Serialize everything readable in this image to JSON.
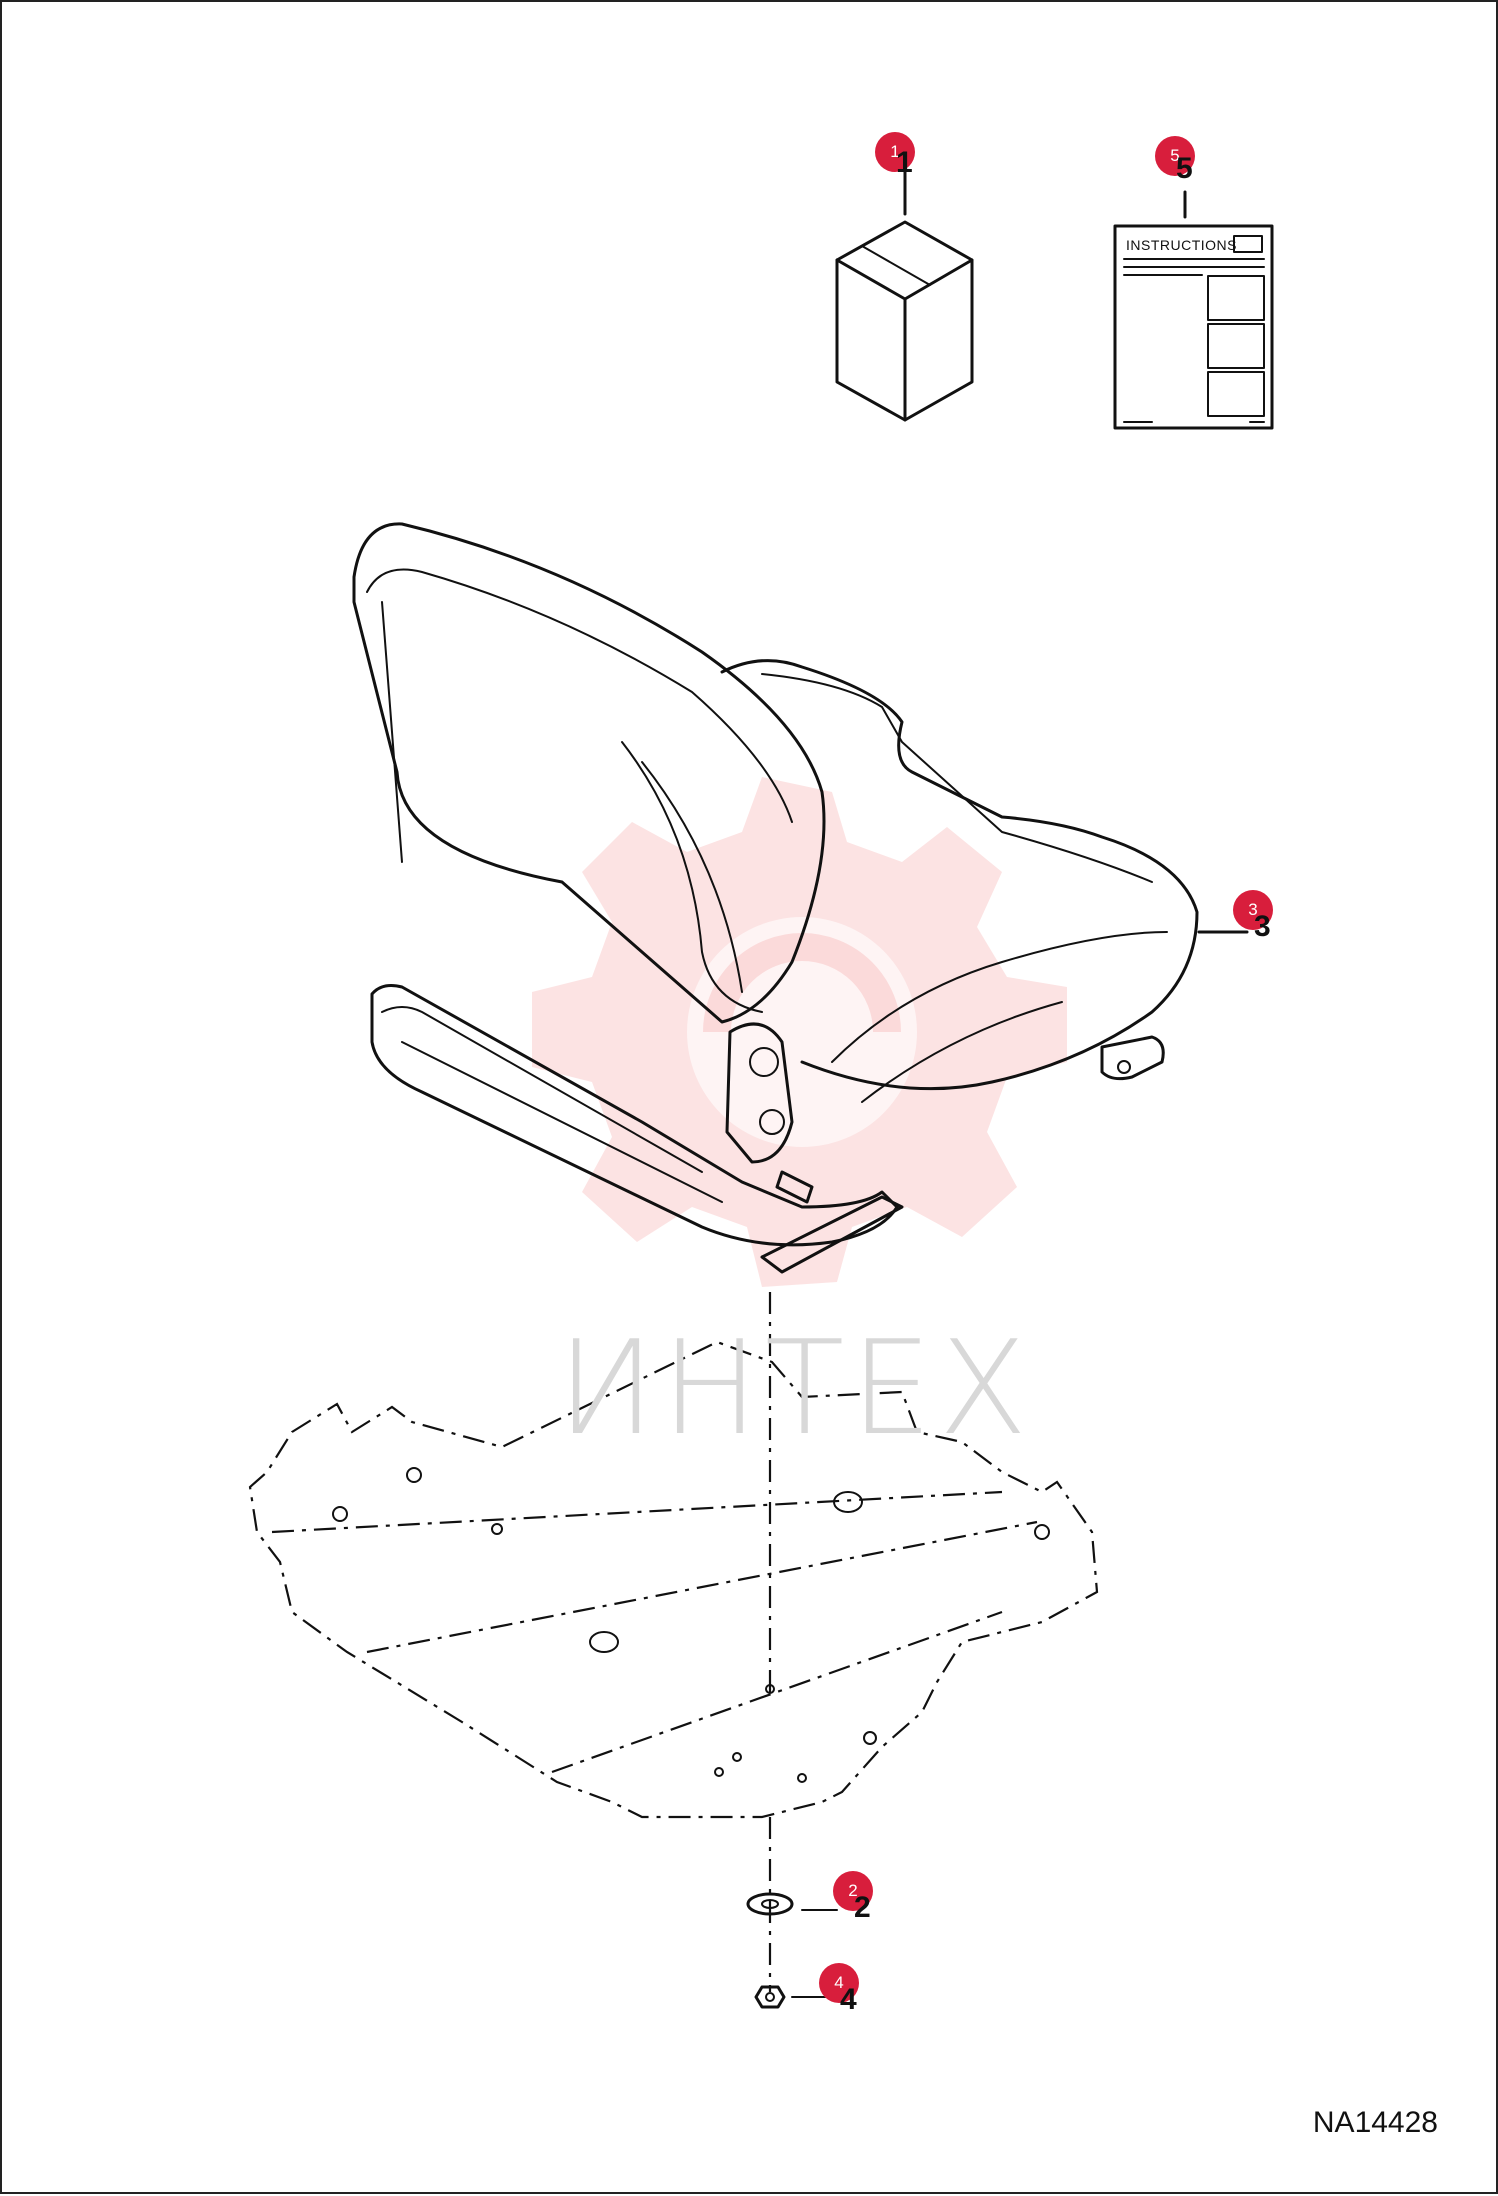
{
  "drawing": {
    "document_id": "NA14428",
    "watermark_text": "ИНТЕХ",
    "accent_color": "#d81e3c",
    "instructions_label": "INSTRUCTIONS"
  },
  "callouts": [
    {
      "badge": "1",
      "part_number": "1"
    },
    {
      "badge": "5",
      "part_number": "5"
    },
    {
      "badge": "3",
      "part_number": "3"
    },
    {
      "badge": "2",
      "part_number": "2"
    },
    {
      "badge": "4",
      "part_number": "4"
    }
  ],
  "parts": [
    {
      "name": "box-kit-icon"
    },
    {
      "name": "instructions-sheet"
    },
    {
      "name": "seat-assembly"
    },
    {
      "name": "floor-plate"
    },
    {
      "name": "washer"
    },
    {
      "name": "nut"
    }
  ]
}
